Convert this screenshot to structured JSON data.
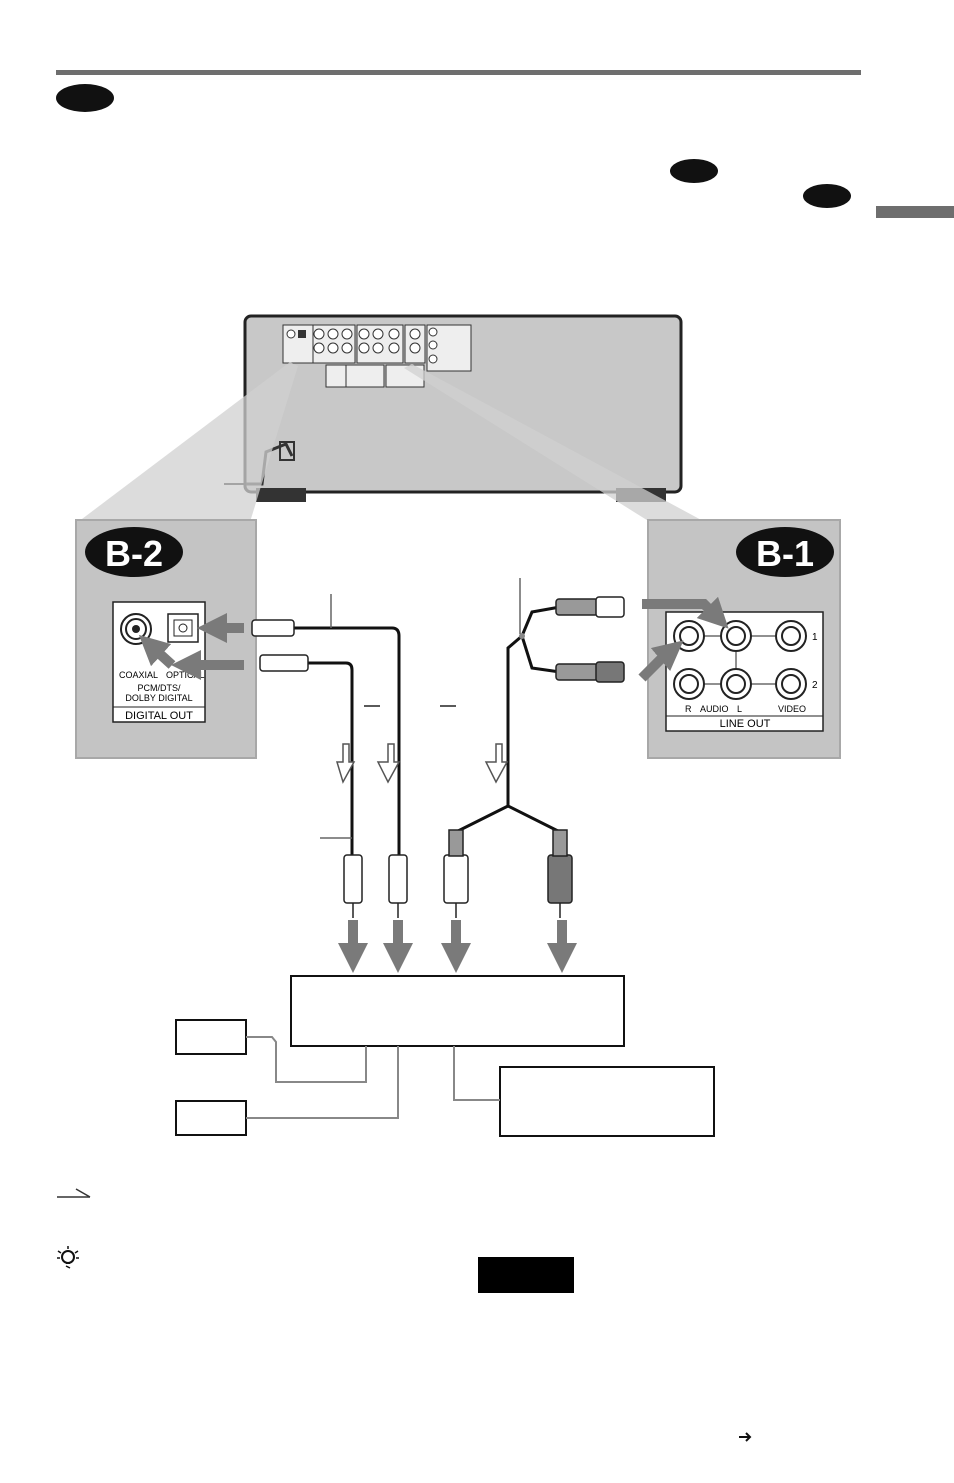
{
  "callouts": {
    "b2_label": "B-2",
    "b1_label": "B-1"
  },
  "panel_b2": {
    "coaxial": "COAXIAL",
    "optical": "OPTICAL",
    "format_line1": "PCM/DTS/",
    "format_line2": "DOLBY DIGITAL",
    "section": "DIGITAL OUT"
  },
  "panel_b1": {
    "row1": "1",
    "row2": "2",
    "r": "R",
    "audio": "AUDIO",
    "l": "L",
    "video": "VIDEO",
    "section": "LINE OUT"
  },
  "colors": {
    "panel_gray": "#c4c4c4",
    "arrow_gray": "#7a7a7a",
    "rule_gray": "#6e6e6e",
    "pill_black": "#111111"
  },
  "icons": [
    "signal-flow-icon",
    "tip-lightbulb-icon",
    "arrow-right-icon"
  ]
}
